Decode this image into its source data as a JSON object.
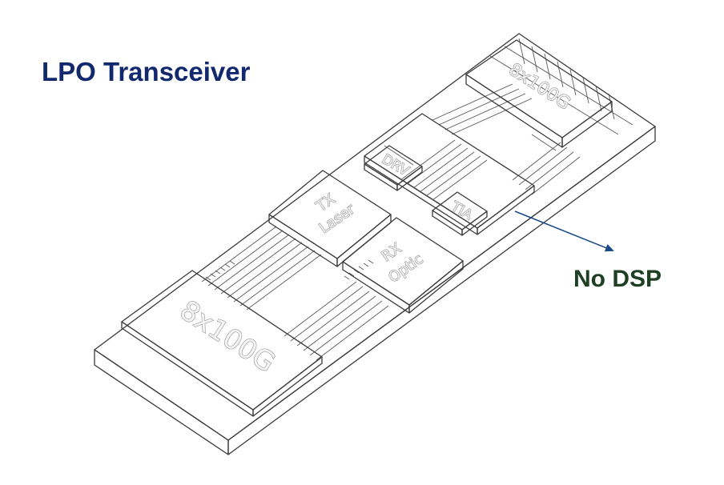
{
  "title": "LPO Transceiver",
  "callout": "No DSP",
  "arrow_color": "#1b4a8a",
  "title_color": "#12296e",
  "callout_color": "#1e3f24",
  "components": {
    "electrical_interface": {
      "label": "8x100G"
    },
    "tx_laser": {
      "label_line1": "TX",
      "label_line2": "Laser"
    },
    "rx_optic": {
      "label_line1": "RX",
      "label_line2": "Optic"
    },
    "driver": {
      "label": "DRV"
    },
    "tia": {
      "label": "TIA"
    },
    "optical_interface": {
      "label": "8x100G"
    }
  }
}
